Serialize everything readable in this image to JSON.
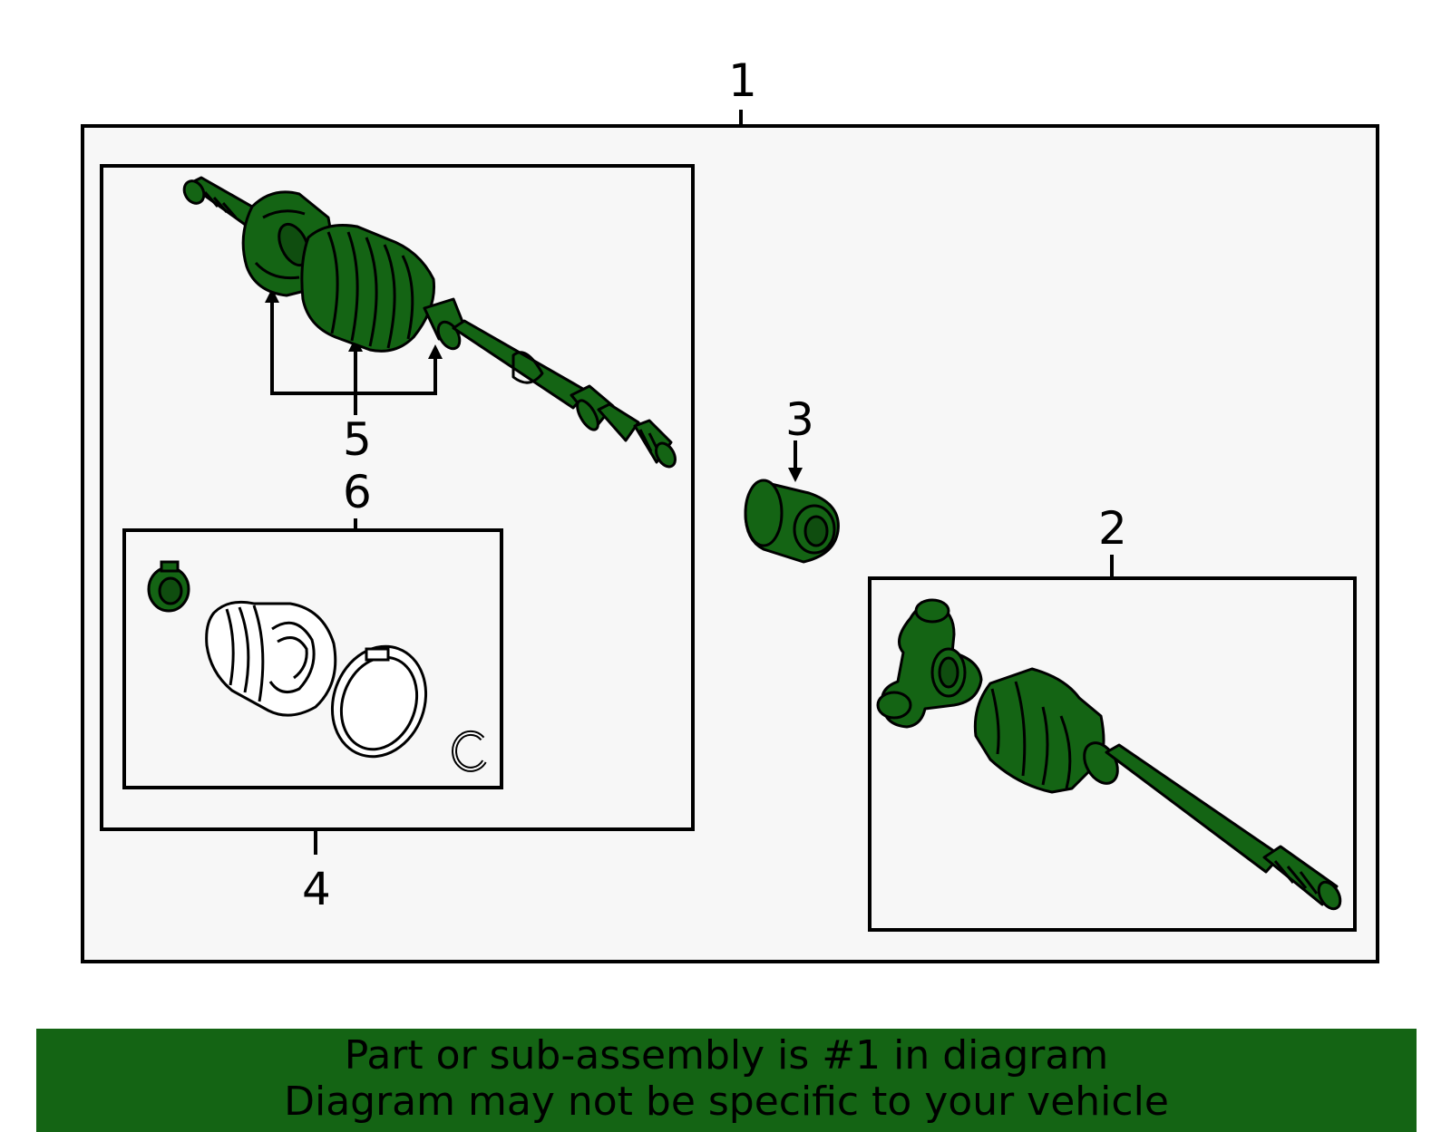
{
  "colors": {
    "part_fill": "#146414",
    "banner_bg": "#146414",
    "frame_bg": "#f7f7f7",
    "line": "#000000"
  },
  "callouts": {
    "c1": "1",
    "c2": "2",
    "c3": "3",
    "c4": "4",
    "c5": "5",
    "c6": "6"
  },
  "banner": {
    "line1": "Part or sub-assembly is #1 in diagram",
    "line2": "Diagram may not be specific to your vehicle"
  }
}
